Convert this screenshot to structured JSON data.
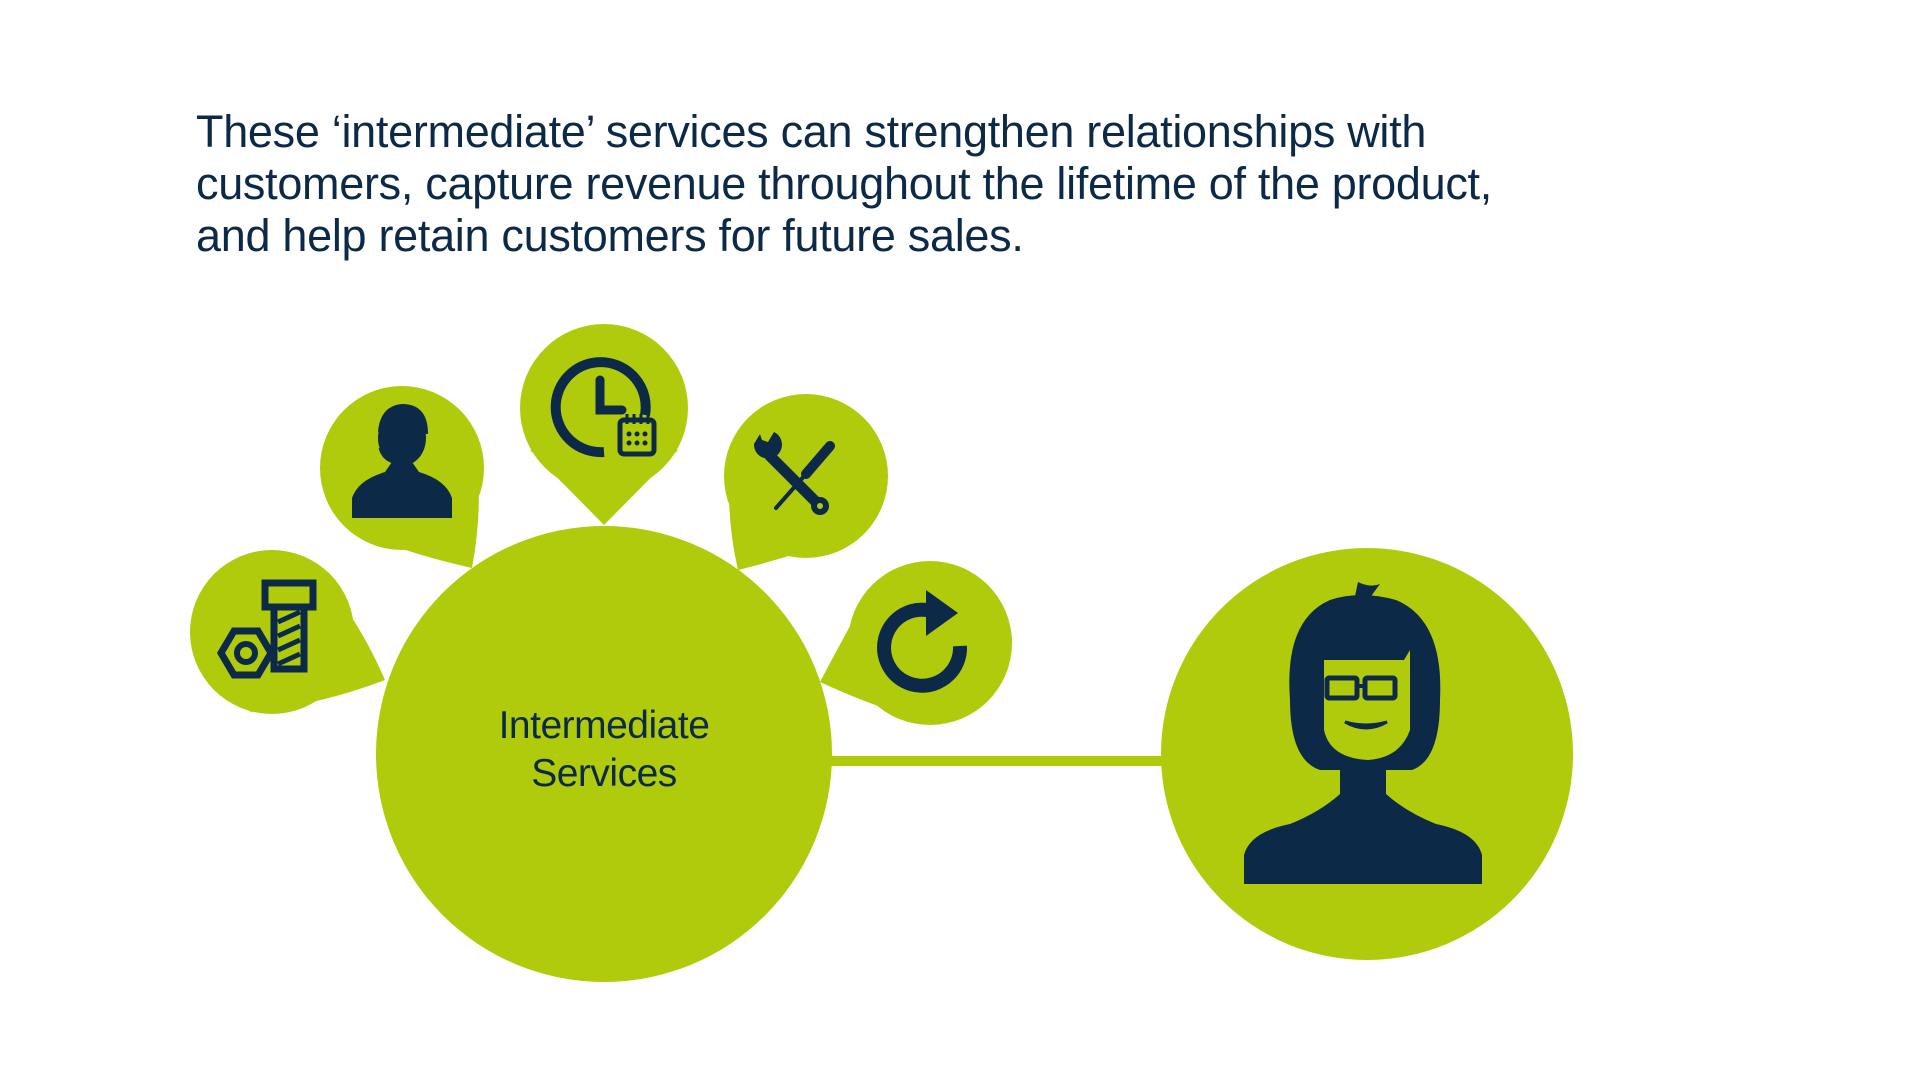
{
  "headline": {
    "lines": [
      "These ‘intermediate’ services can strengthen relationships with",
      "customers, capture revenue throughout the lifetime of the product,",
      "and help retain customers for future sales."
    ]
  },
  "diagram": {
    "center_node": {
      "label_line1": "Intermediate",
      "label_line2": "Services"
    },
    "service_bubbles": [
      {
        "id": "spare-parts",
        "icon": "bolt-nut-icon"
      },
      {
        "id": "customer-support",
        "icon": "headset-agent-icon"
      },
      {
        "id": "scheduling",
        "icon": "clock-calendar-icon"
      },
      {
        "id": "maintenance-repair",
        "icon": "wrench-screwdriver-icon"
      },
      {
        "id": "renewal",
        "icon": "refresh-arrow-icon"
      }
    ],
    "customer_node": {
      "icon": "woman-avatar-icon"
    }
  },
  "colors": {
    "accent_green": "#b0cb0c",
    "navy": "#0c2a48",
    "background": "#ffffff"
  }
}
